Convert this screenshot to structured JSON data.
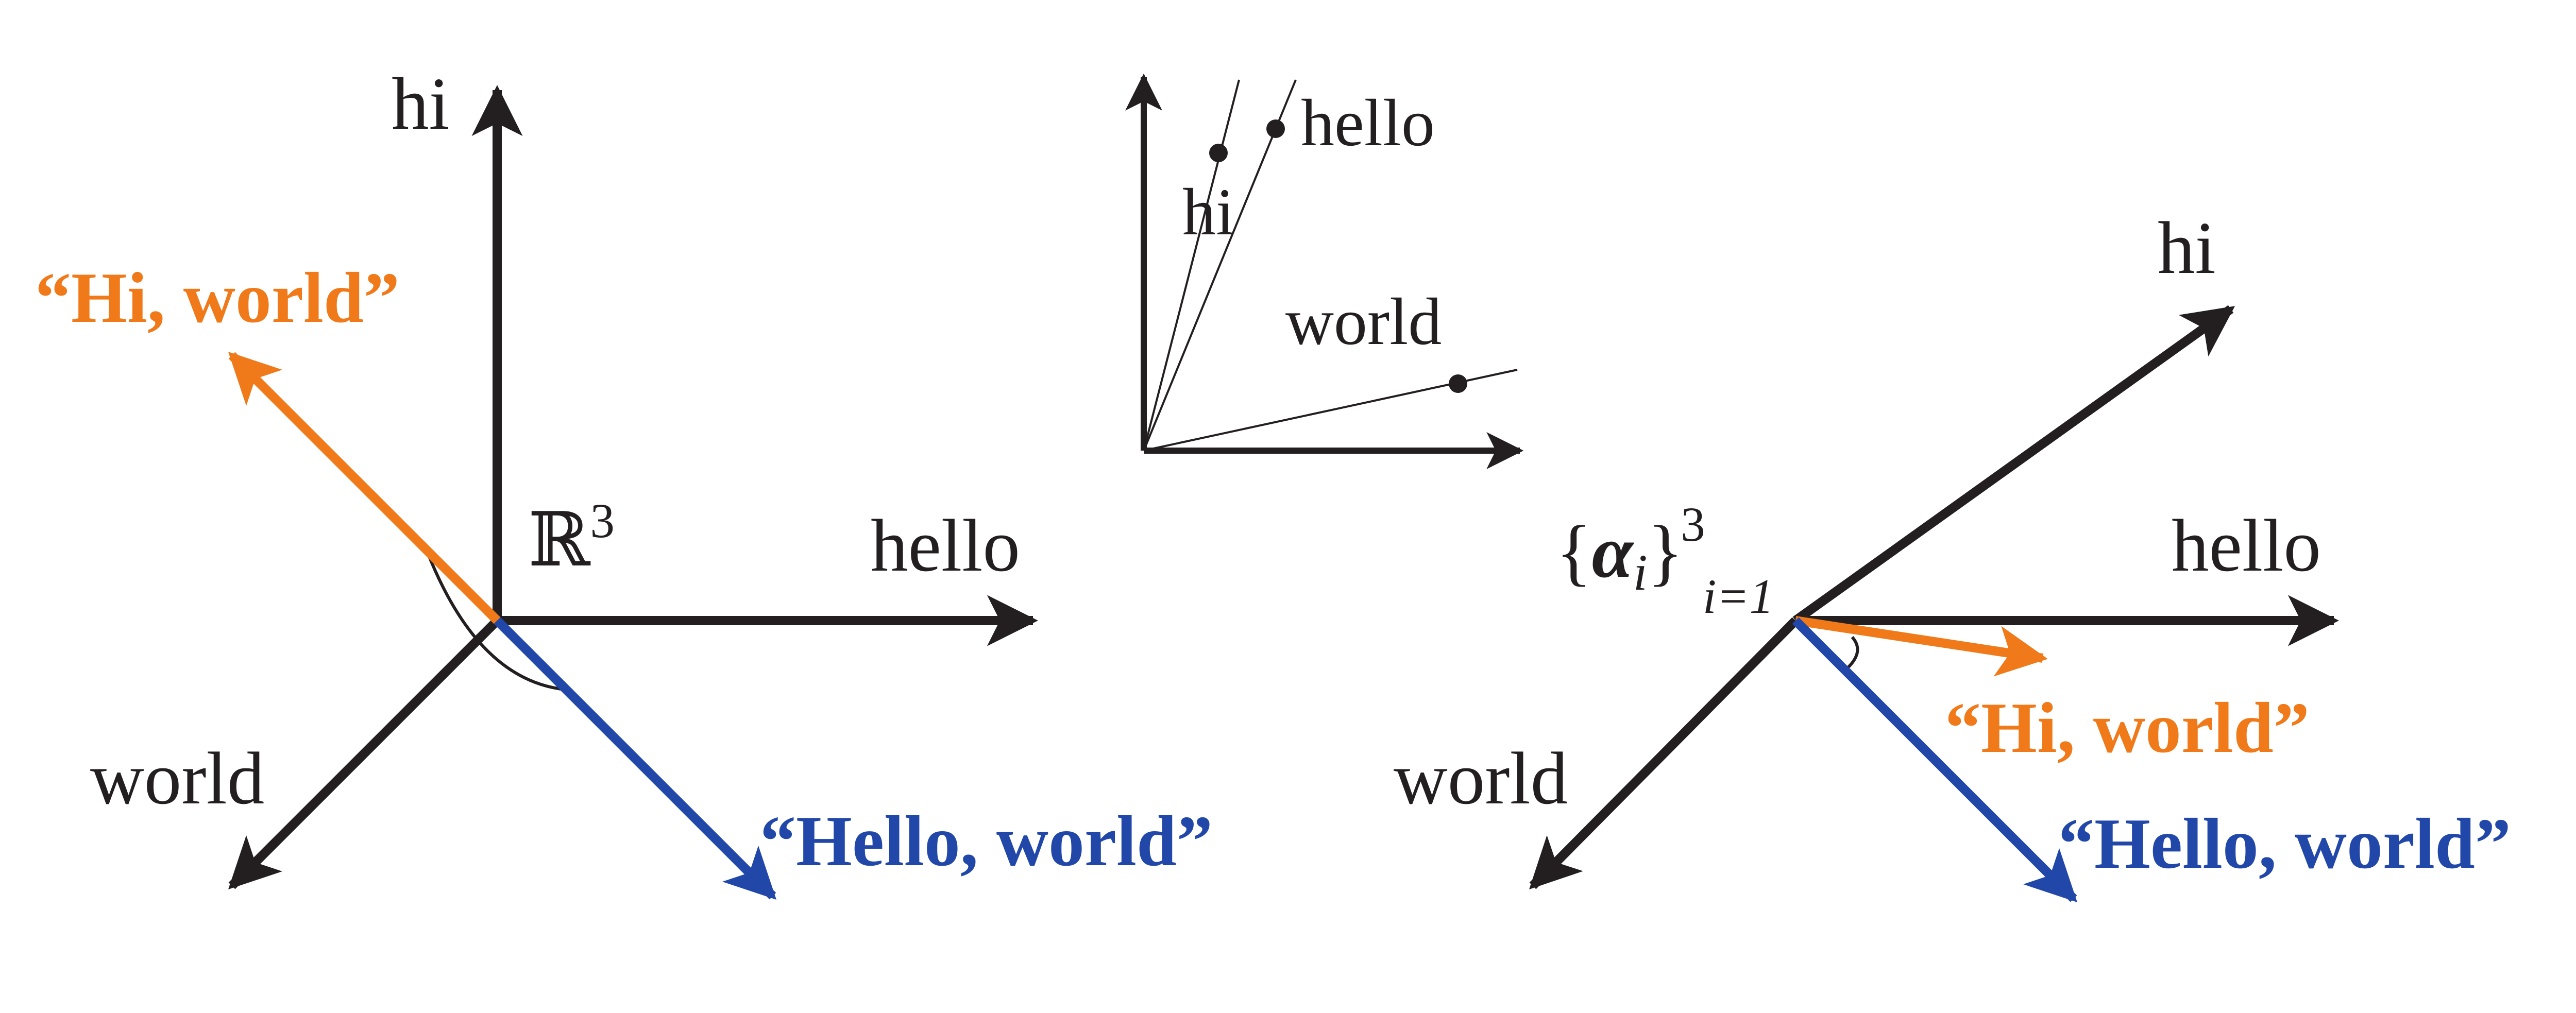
{
  "colors": {
    "axis": "#231f20",
    "orange": "#f07a1a",
    "blue": "#2148a8"
  },
  "left": {
    "axis_hi": "hi",
    "axis_hello": "hello",
    "axis_world": "world",
    "space_base": "ℝ",
    "space_exp": "3",
    "vec_hi_world": "“Hi, world”",
    "vec_hello_world": "“Hello, world”"
  },
  "middle": {
    "word_hello": "hello",
    "word_hi": "hi",
    "word_world": "world"
  },
  "right": {
    "axis_hi": "hi",
    "axis_hello": "hello",
    "axis_world": "world",
    "basis_open": "{",
    "basis_symbol": "α",
    "basis_index": "i",
    "basis_close": "}",
    "basis_sub": "i=1",
    "basis_sup": "3",
    "vec_hi_world": "“Hi, world”",
    "vec_hello_world": "“Hello, world”"
  }
}
